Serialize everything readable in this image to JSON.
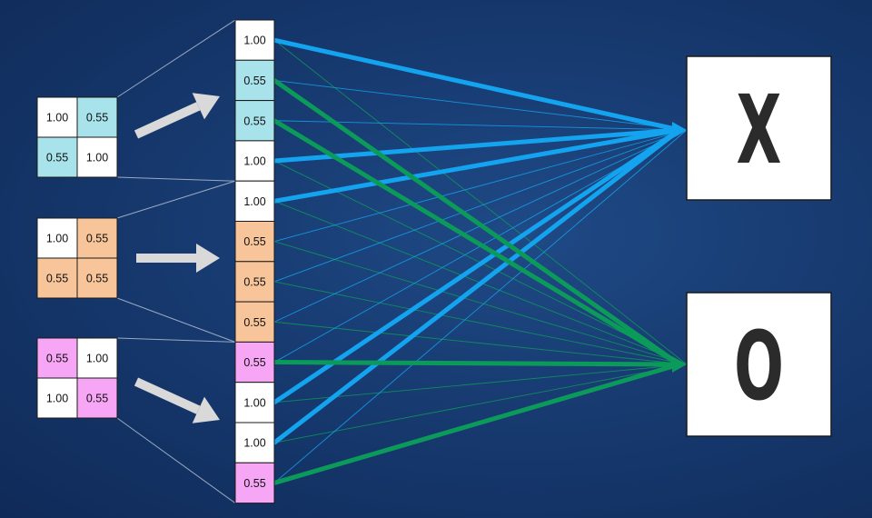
{
  "colors": {
    "blue": "#14a3ee",
    "green": "#0c9a5a",
    "cyan_cell": "#a8e2ea",
    "orange_cell": "#f8c59a",
    "pink_cell": "#f7a6f5",
    "white_cell": "#ffffff",
    "arrow": "#d9d9d9",
    "output_text": "#2b2b2b"
  },
  "matrices": [
    {
      "name": "matrix-top",
      "cells": [
        "1.00",
        "0.55",
        "0.55",
        "1.00"
      ],
      "colors": [
        "white",
        "cyan",
        "cyan",
        "white"
      ]
    },
    {
      "name": "matrix-middle",
      "cells": [
        "1.00",
        "0.55",
        "0.55",
        "0.55"
      ],
      "colors": [
        "white",
        "orange",
        "orange",
        "orange"
      ]
    },
    {
      "name": "matrix-bottom",
      "cells": [
        "0.55",
        "1.00",
        "1.00",
        "0.55"
      ],
      "colors": [
        "pink",
        "white",
        "white",
        "pink"
      ]
    }
  ],
  "vector": {
    "cells": [
      "1.00",
      "0.55",
      "0.55",
      "1.00",
      "1.00",
      "0.55",
      "0.55",
      "0.55",
      "0.55",
      "1.00",
      "1.00",
      "0.55"
    ],
    "colors": [
      "white",
      "cyan",
      "cyan",
      "white",
      "white",
      "orange",
      "orange",
      "orange",
      "pink",
      "white",
      "white",
      "pink"
    ]
  },
  "outputs": [
    {
      "name": "output-x",
      "label": "X"
    },
    {
      "name": "output-o",
      "label": "O"
    }
  ],
  "connections": {
    "strong_to_x": [
      0,
      3,
      4,
      9,
      10
    ],
    "strong_to_o": [
      1,
      2,
      8,
      11
    ]
  }
}
